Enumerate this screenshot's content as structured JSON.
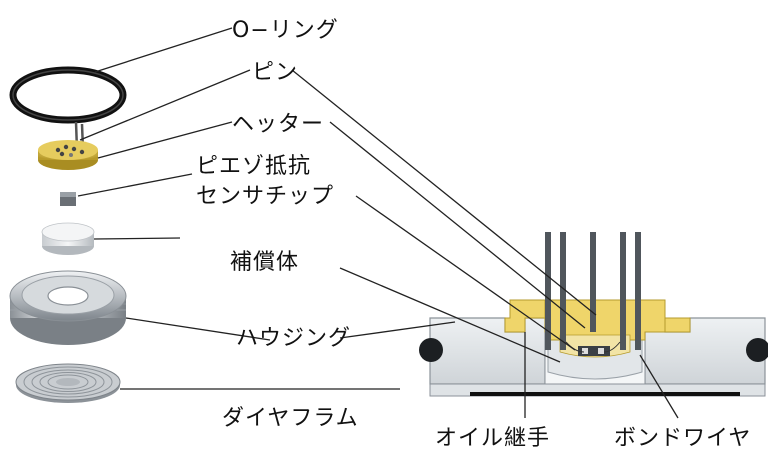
{
  "labels": {
    "o_ring": "O−リング",
    "pin": "ピン",
    "header": "ヘッター",
    "piezo_line1": "ピエゾ抵抗",
    "piezo_line2": "センサチップ",
    "compensator": "補償体",
    "housing": "ハウジング",
    "diaphragm": "ダイヤフラム",
    "oil_fitting": "オイル継手",
    "bond_wire": "ボンドワイヤ"
  },
  "colors": {
    "label_text": "#111111",
    "leader_line": "#222222",
    "oring": "#111111",
    "header_gold": "#d8bf4a",
    "cutaway_gold": "#efd56a",
    "housing_silver": "#c9cdd1",
    "pin_dark": "#4a4f55",
    "section_fill": "#e9edf0",
    "section_edge": "#8b9299"
  }
}
